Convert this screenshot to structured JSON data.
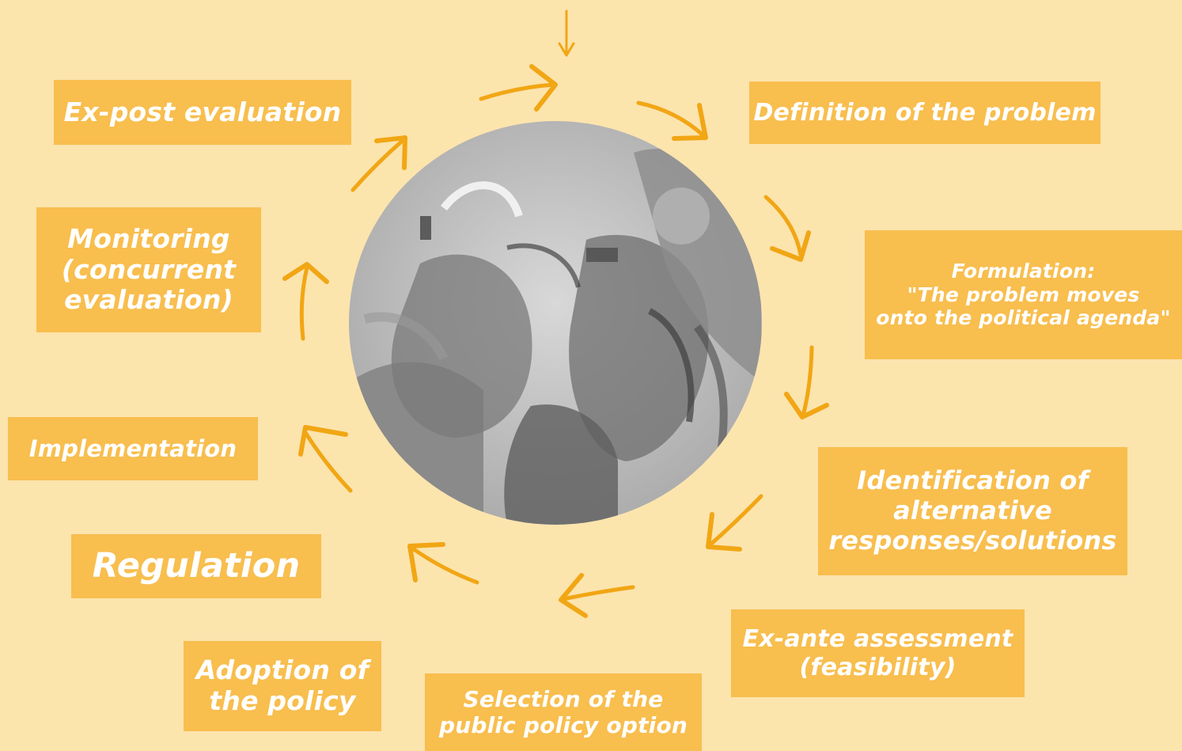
{
  "colors": {
    "background": "#fce4ad",
    "box_fill": "#f8be4e",
    "box_text": "#ffffff",
    "arrow": "#f1a614"
  },
  "cycle_steps": [
    {
      "id": "definition",
      "label": "Definition of the problem"
    },
    {
      "id": "formulation",
      "label": "Formulation:\n\"The problem moves\nonto the political agenda\""
    },
    {
      "id": "identification",
      "label": "Identification of\nalternative\nresponses/solutions"
    },
    {
      "id": "ex-ante",
      "label": "Ex-ante assessment\n(feasibility)"
    },
    {
      "id": "selection",
      "label": "Selection of the\npublic policy option"
    },
    {
      "id": "adoption",
      "label": "Adoption of\nthe policy"
    },
    {
      "id": "regulation",
      "label": "Regulation"
    },
    {
      "id": "implementation",
      "label": "Implementation"
    },
    {
      "id": "monitoring",
      "label": "Monitoring\n(concurrent\nevaluation)"
    },
    {
      "id": "ex-post",
      "label": "Ex-post evaluation"
    }
  ],
  "center_image": {
    "icon": "grayscale-painting-circle"
  }
}
